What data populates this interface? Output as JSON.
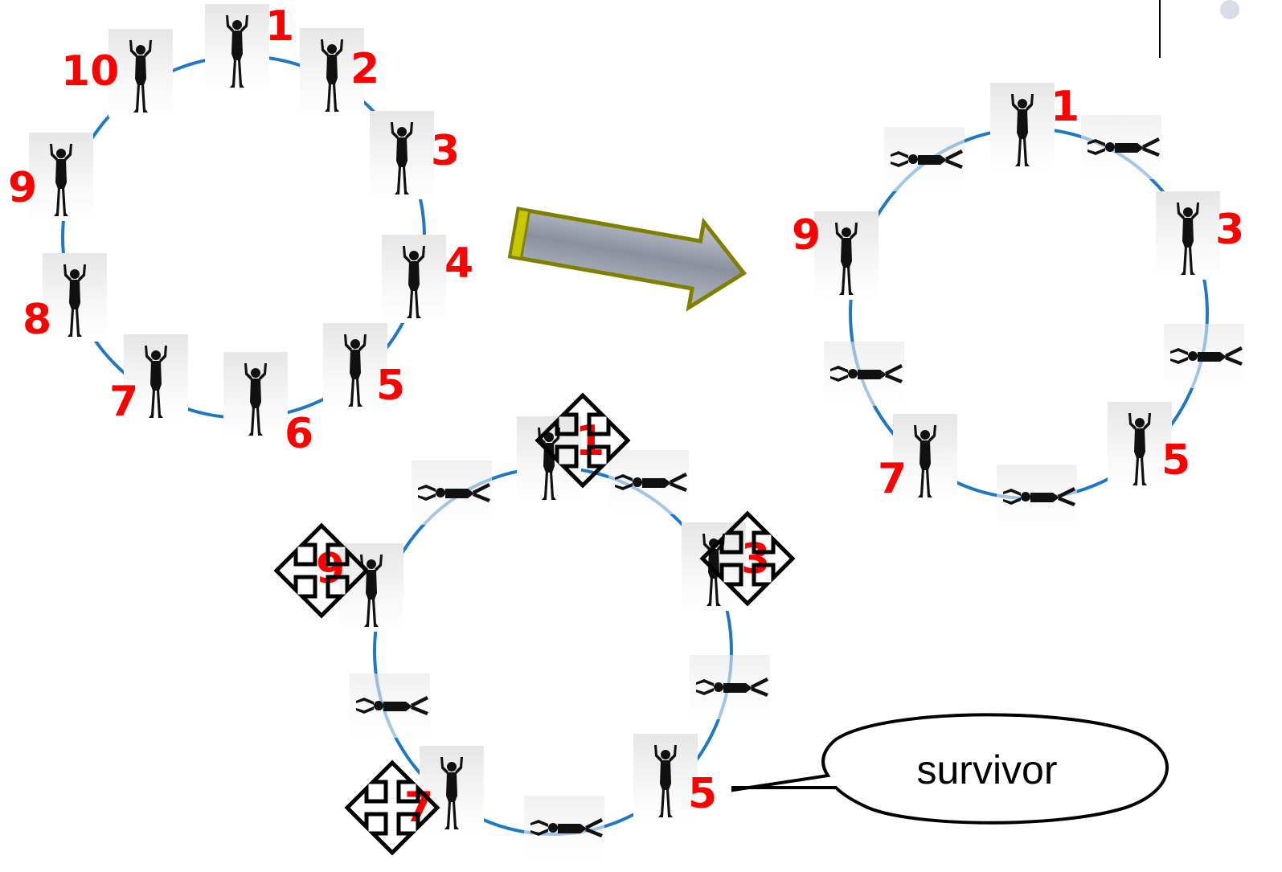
{
  "diagram": {
    "colors": {
      "ring": "#1f78c1",
      "label": "#ff0000",
      "arrow_fill": "#9aa0ac",
      "arrow_border": "#808000",
      "tile_bg": "#f2f2f2",
      "figure": "#111111"
    },
    "icons": [
      "standing-person-icon",
      "fallen-person-icon",
      "move-cross-icon",
      "right-arrow-icon",
      "speech-bubble-icon"
    ],
    "circle_initial": {
      "labels": [
        "1",
        "2",
        "3",
        "4",
        "5",
        "6",
        "7",
        "8",
        "9",
        "10"
      ]
    },
    "circle_after_first_round": {
      "labels": [
        "1",
        "3",
        "5",
        "7",
        "9"
      ]
    },
    "circle_final": {
      "labels": [
        "1",
        "3",
        "5",
        "7",
        "9"
      ]
    },
    "callout": {
      "text": "survivor"
    }
  }
}
